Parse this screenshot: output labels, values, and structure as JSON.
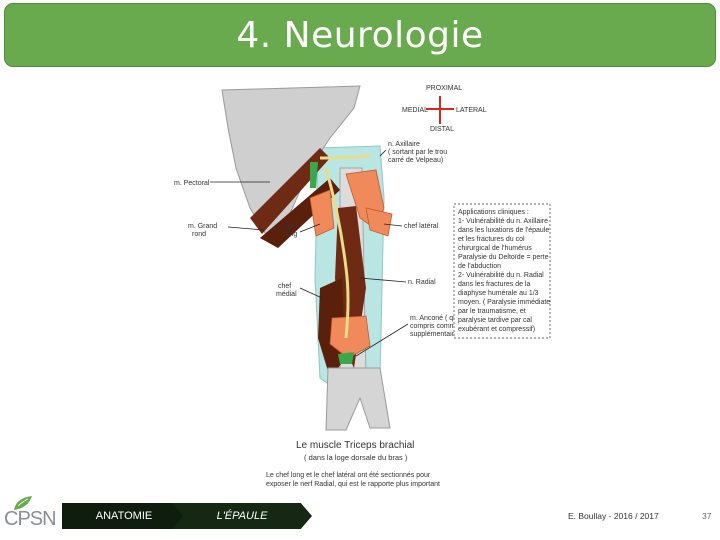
{
  "slide": {
    "title": "4. Neurologie"
  },
  "figure": {
    "orientation": {
      "proximal": "PROXIMAL",
      "medial": "MEDIAL",
      "lateral": "LATERAL",
      "distal": "DISTAL"
    },
    "labels": {
      "axillaire_1": "n. Axillaire",
      "axillaire_2": "( sortant par le trou",
      "axillaire_3": "carré de Velpeau)",
      "pectoral": "m. Pectoral",
      "grand_rond_1": "m. Grand",
      "grand_rond_2": "rond",
      "chef_long_1": "chef",
      "chef_long_2": "long",
      "chef_lateral": "chef latéral",
      "radial": "n. Radial",
      "chef_medial_1": "chef",
      "chef_medial_2": "médial",
      "anconé_1": "m. Anconé ( qui peut être",
      "anconé_2": "compris comme un faisceau",
      "anconé_3": "supplémentaire du Triceps brachial)"
    },
    "clinical_box": [
      "Applications cliniques :",
      "1- Vulnérabilité du n. Axillaire",
      "dans les luxations de l'épaule",
      "et les fractures du col",
      "chirurgical de l'humérus",
      "Paralysie du Deltoïde = perte",
      "de l'abduction",
      "2- Vulnérabilité du n. Radial",
      "dans les fractures de la",
      "diaphyse humérale au 1/3",
      "moyen. ( Paralysie immédiate",
      "par le traumatisme, et",
      "paralysie tardive par cal",
      "exubérant et compressif)"
    ],
    "caption": {
      "title": "Le muscle Triceps brachial",
      "subtitle": "( dans la loge dorsale du bras )",
      "note_1": "Le chef long et le chef latéral ont été sectionnés pour",
      "note_2": "exposer le nerf Radial, qui est le rapporte plus important"
    }
  },
  "footer": {
    "logo_text": "CPSN",
    "tab_1": "ANATOMIE",
    "tab_2": "L'ÉPAULE",
    "author": "E. Boullay - 2016 / 2017",
    "page": "37"
  },
  "colors": {
    "title_bg": "#6aaa4e",
    "muscle_dark": "#6e2a12",
    "muscle_light": "#f08a5a",
    "nerve": "#f2e9a6",
    "bone": "#c9c9c9",
    "compartment": "#b9e6e3",
    "orientation_cross": "#d12a1f"
  }
}
